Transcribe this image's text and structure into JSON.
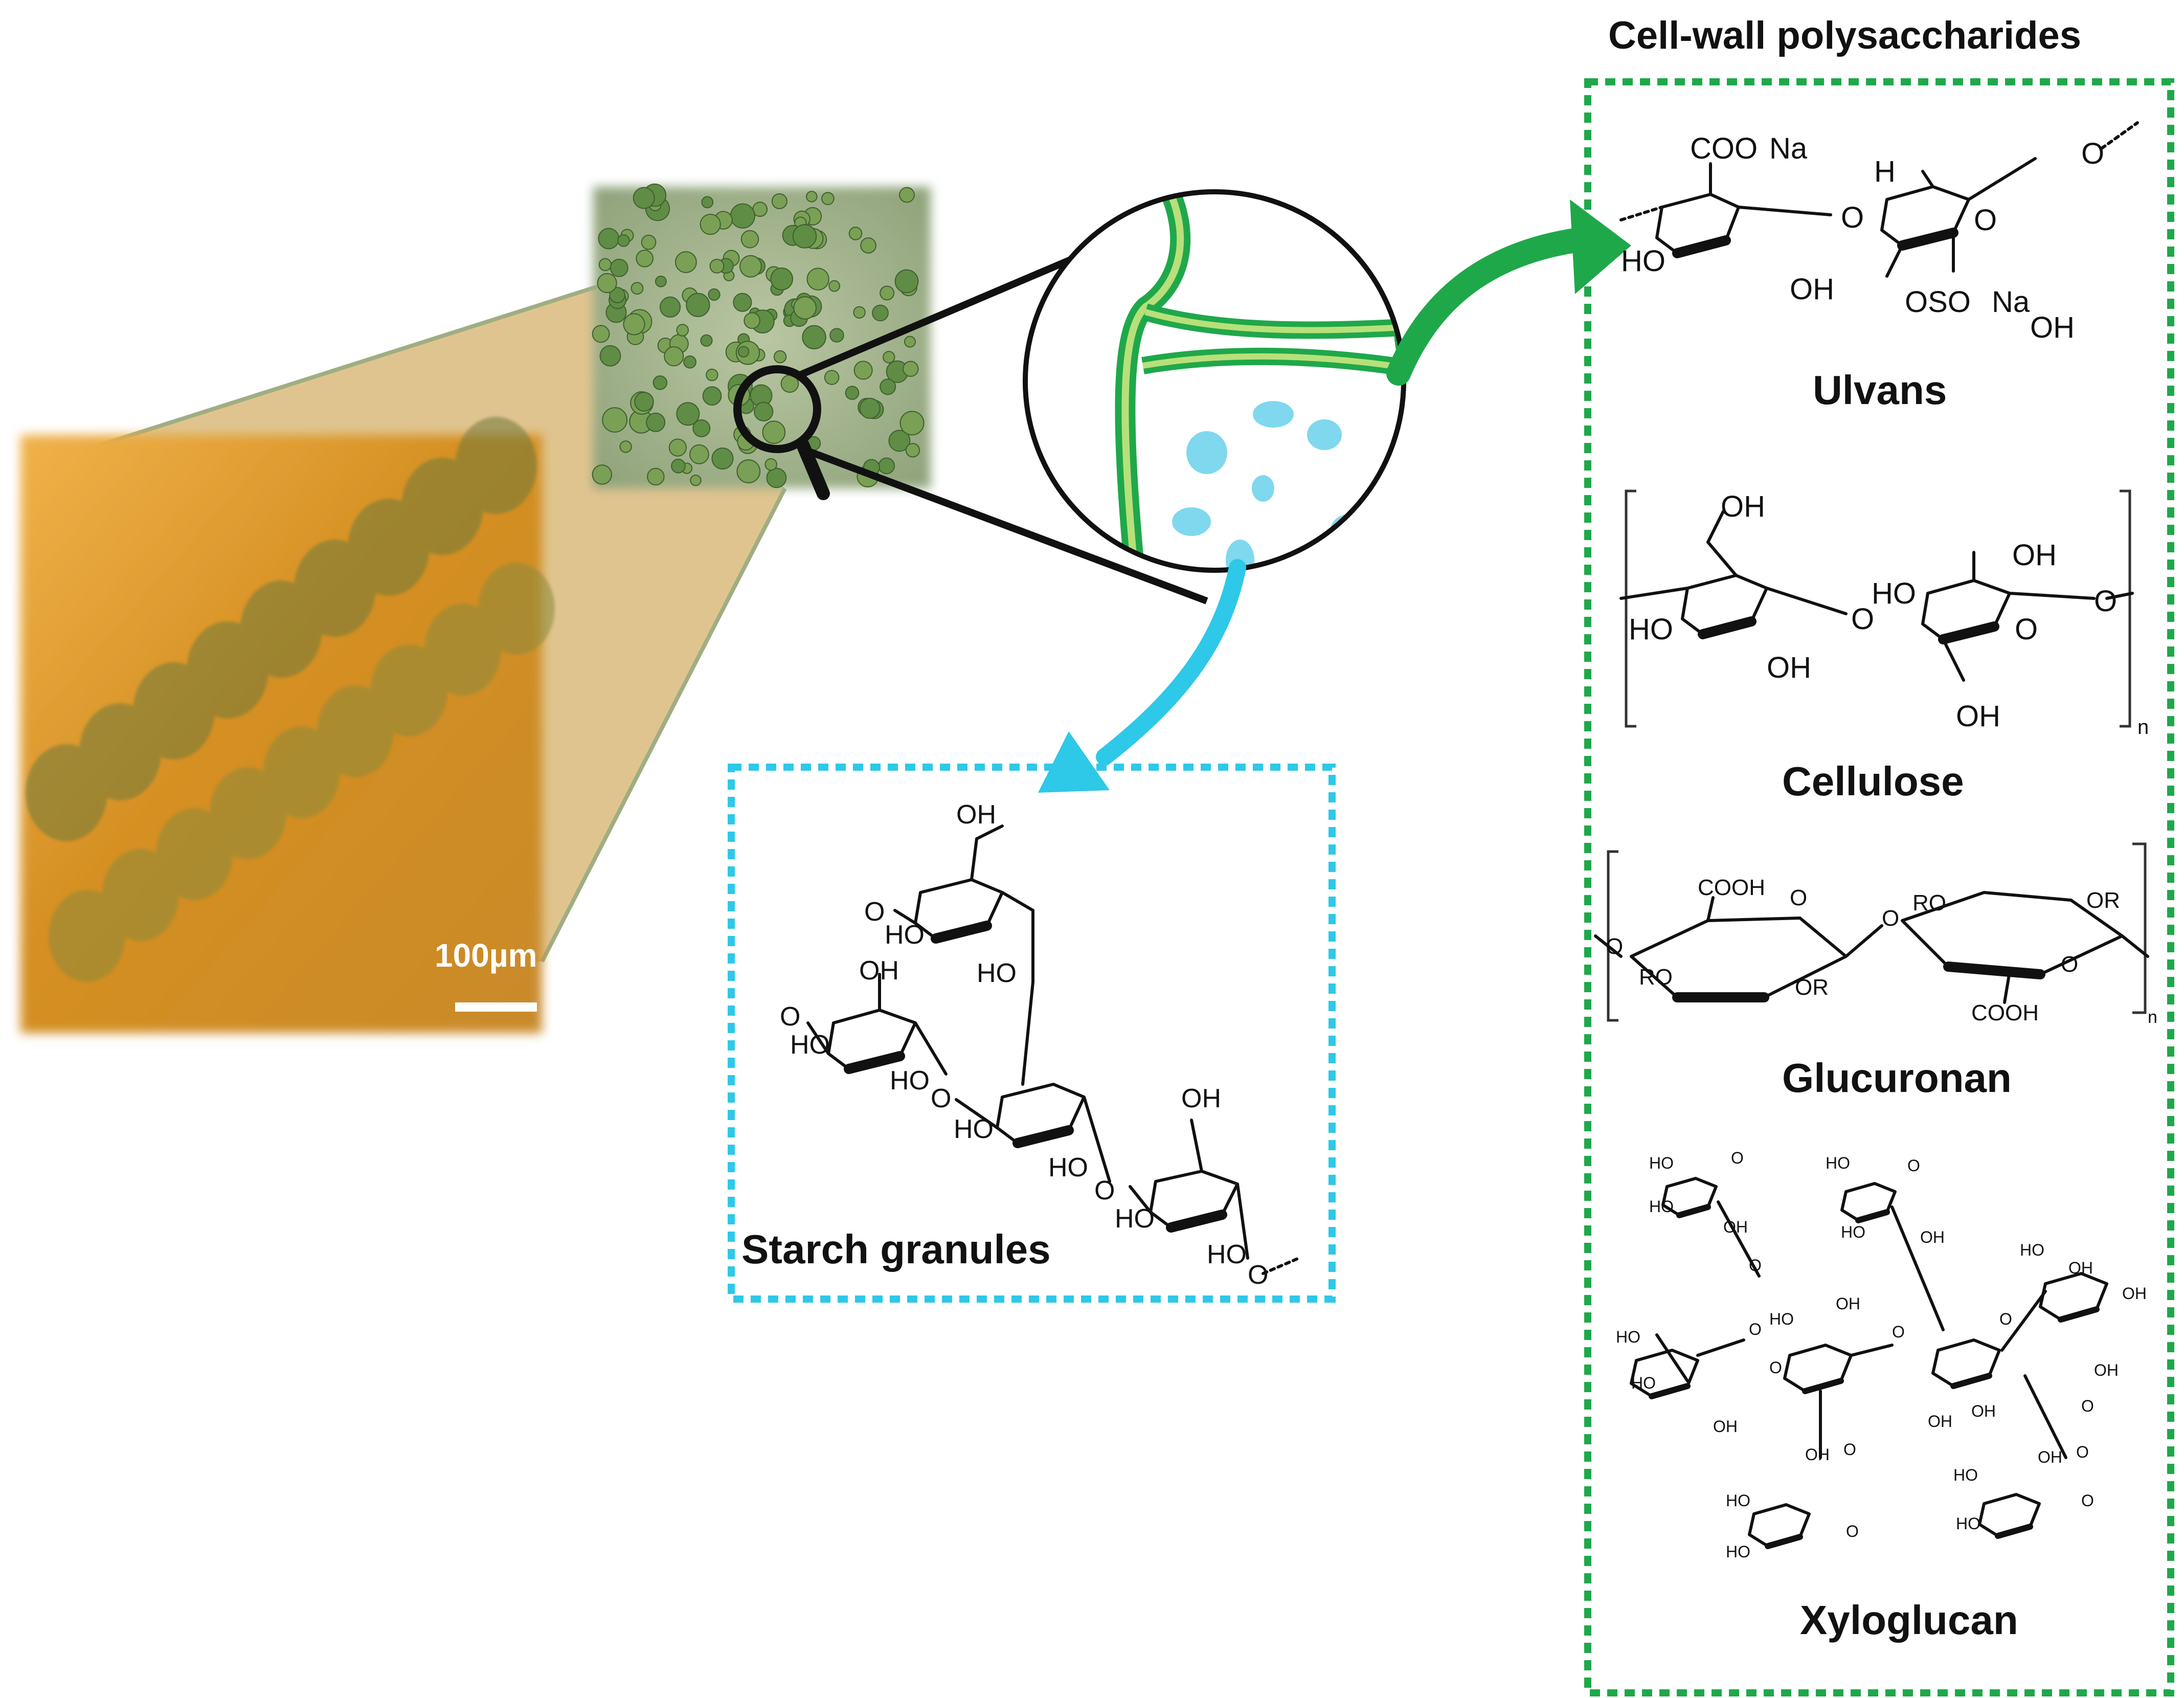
{
  "colors": {
    "cell_wall_green": "#1fa84a",
    "starch_cyan": "#2ec8e8",
    "micrograph_orange": "#d9962a",
    "highlight_blue": "#7fd8ee"
  },
  "micrograph": {
    "scale_label": "100µm"
  },
  "cell_wall": {
    "title": "Cell-wall polysaccharides",
    "ulvans": {
      "name": "Ulvans",
      "coo": "COO",
      "na": "Na",
      "h3c": "H",
      "ho": "HO",
      "oh1": "OH",
      "oso3": "OSO",
      "oh2": "OH",
      "o_link": "O"
    },
    "cellulose": {
      "name": "Cellulose",
      "oh_top": "OH",
      "ho_left": "HO",
      "oh_bottom": "OH",
      "ho_right": "HO",
      "oh_right_top": "OH",
      "oh_right_bottom": "OH",
      "n": "n",
      "o": "O"
    },
    "glucuronan": {
      "name": "Glucuronan",
      "cooh_top": "COOH",
      "ro_left": "RO",
      "or_mid": "OR",
      "ro_right": "RO",
      "or_right": "OR",
      "cooh_bottom": "COOH",
      "n": "n",
      "o": "O"
    },
    "xyloglucan": {
      "name": "Xyloglucan",
      "ho": "HO",
      "oh": "OH",
      "o": "O"
    }
  },
  "starch": {
    "name": "Starch granules",
    "oh": "OH",
    "ho": "HO",
    "o": "O"
  }
}
